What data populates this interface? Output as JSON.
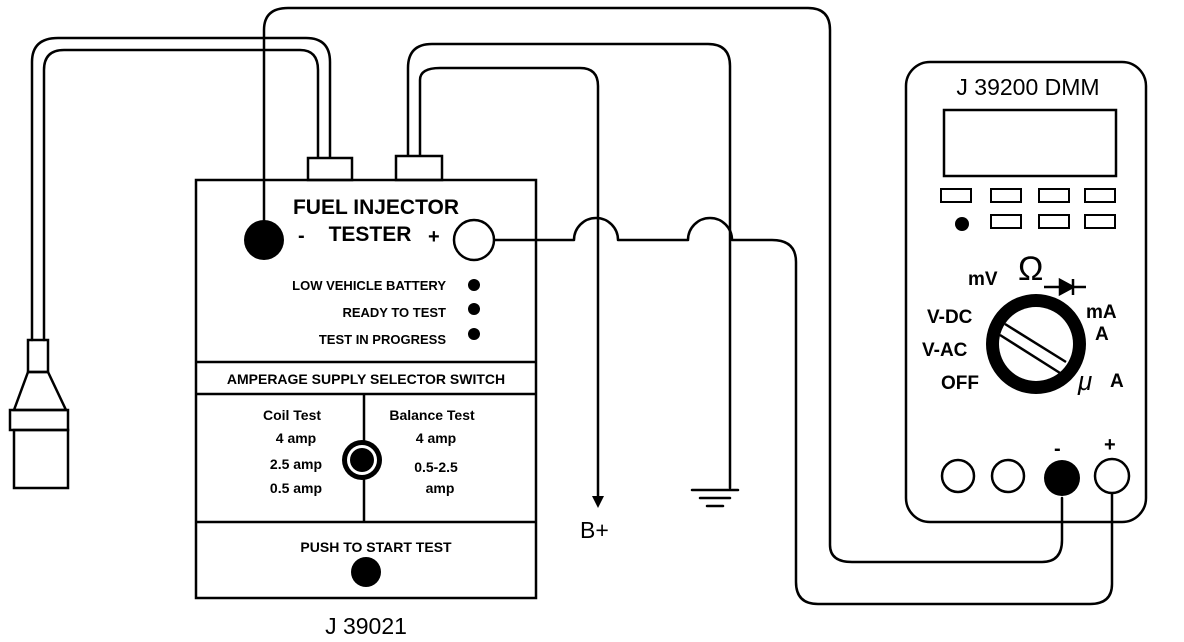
{
  "tester": {
    "title_line1": "FUEL INJECTOR",
    "title_line2": "TESTER",
    "minus_sign": "-",
    "plus_sign": "+",
    "indicators": [
      "LOW VEHICLE BATTERY",
      "READY TO TEST",
      "TEST IN PROGRESS"
    ],
    "selector_heading": "AMPERAGE SUPPLY SELECTOR SWITCH",
    "coil_test": {
      "heading": "Coil Test",
      "options": [
        "4 amp",
        "2.5 amp",
        "0.5 amp"
      ]
    },
    "balance_test": {
      "heading": "Balance Test",
      "option1": "4 amp",
      "option2_line1": "0.5-2.5",
      "option2_line2": "amp"
    },
    "start_label": "PUSH TO START TEST",
    "part_number": "J 39021"
  },
  "supply_label": "B+",
  "dmm": {
    "title": "J 39200 DMM",
    "dial_labels": {
      "mv": "mV",
      "ohm": "Ω",
      "vdc": "V-DC",
      "vac": "V-AC",
      "off": "OFF",
      "ma": "mA",
      "a": "A",
      "mu": "μ",
      "ua_a": "A"
    },
    "jack_minus": "-",
    "jack_plus": "+"
  }
}
